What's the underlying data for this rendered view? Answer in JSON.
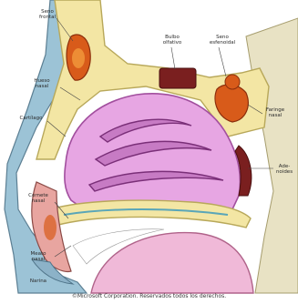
{
  "labels": {
    "seno_frontal": "Seno\nfrontal",
    "hueso_nasal": "Hueso\nnasal",
    "cartilago": "Cartílago",
    "bulbo_olfativo": "Bulbo\nolfativo",
    "seno_esfenoidal": "Seno\nesfenoidal",
    "faringe_nasal": "Faringe\nnasal",
    "adenoides": "Ade-\nnoides",
    "cornete_nasal": "Cornete\nnasal",
    "meato_nasal": "Meato\nnasal",
    "narina": "Narina"
  },
  "caption": "©Microsoft Corporation. Reservados todos los derechos.",
  "colors": {
    "cavity": "#e7a6e3",
    "mucosa": "#c77bc4",
    "bone": "#f3e6a4",
    "bone_edge": "#b8a85a",
    "sinus": "#d85b1a",
    "skin_blue": "#8db6cc",
    "dark": "#7a1f1f"
  }
}
